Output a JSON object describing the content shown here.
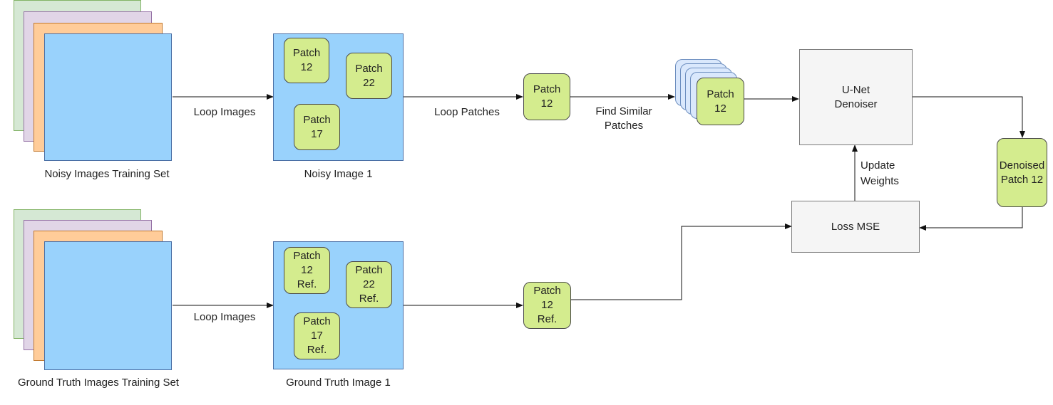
{
  "noisy": {
    "set_label": "Noisy  Images Training Set",
    "loop_images": "Loop Images",
    "image_label": "Noisy Image 1",
    "patch_a": "Patch\n12",
    "patch_b": "Patch\n22",
    "patch_c": "Patch\n17",
    "loop_patches": "Loop Patches",
    "selected_patch": "Patch\n12",
    "find_similar": "Find Similar\nPatches",
    "stack_patch": "Patch\n12"
  },
  "ground_truth": {
    "set_label": "Ground Truth Images Training Set",
    "loop_images": "Loop Images",
    "image_label": "Ground Truth Image 1",
    "patch_a": "Patch\n12\nRef.",
    "patch_b": "Patch\n22\nRef.",
    "patch_c": "Patch\n17\nRef.",
    "selected_patch": "Patch\n12\nRef."
  },
  "model": {
    "unet": "U-Net\nDenoiser",
    "denoised": "Denoised\nPatch 12",
    "loss": "Loss MSE",
    "update_weights": "Update\nWeights"
  },
  "colors": {
    "patch_fill": "#d4ec8e",
    "image_fill": "#99d2fc",
    "stack_green": "#d5e8d4",
    "stack_purple": "#e1d5e7",
    "stack_orange": "#ffcc99",
    "stack_patch_fill": "#dae8fc",
    "box_fill": "#f5f5f5"
  }
}
